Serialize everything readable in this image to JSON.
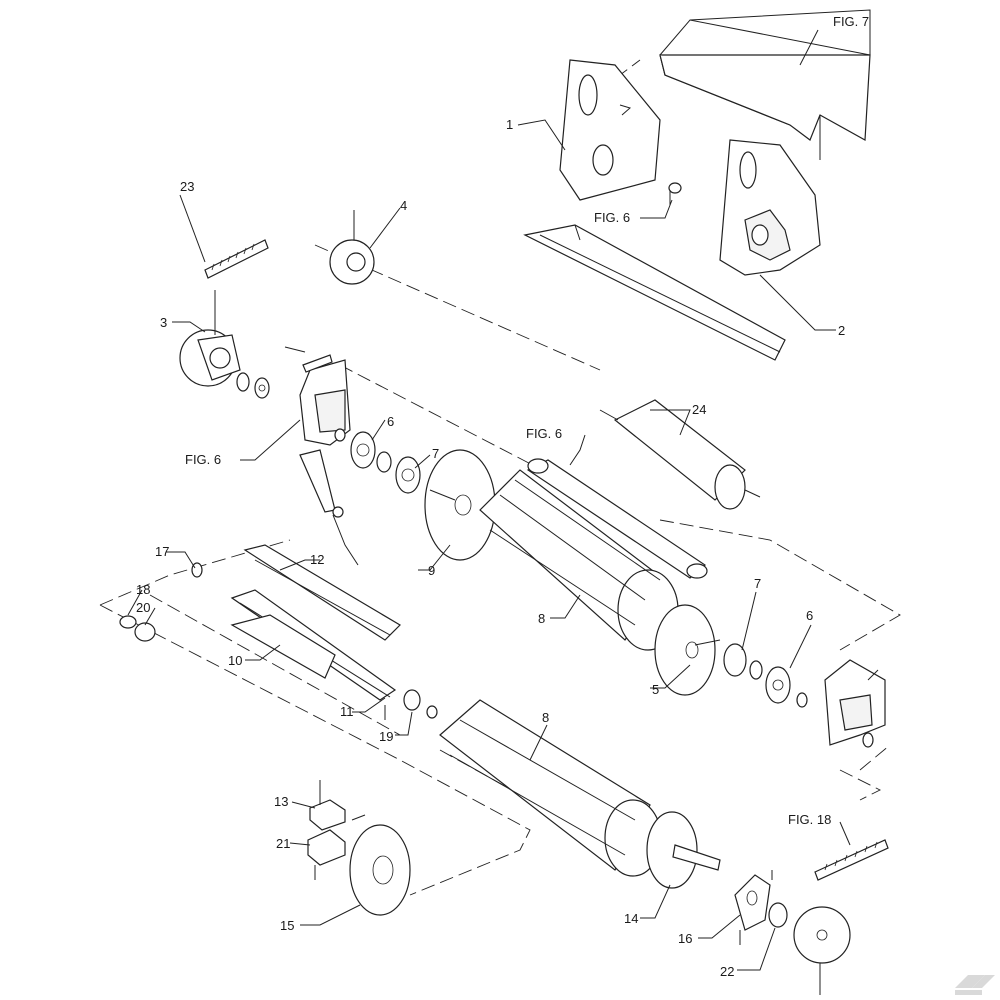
{
  "callouts": {
    "fig7": "FIG. 7",
    "p1": "1",
    "p2": "2",
    "p3": "3",
    "p4": "4",
    "p23": "23",
    "fig6_top": "FIG. 6",
    "fig6_left": "FIG. 6",
    "fig6_mid": "FIG. 6",
    "p24": "24",
    "p6a": "6",
    "p7a": "7",
    "p9": "9",
    "p17": "17",
    "p12": "12",
    "p18": "18",
    "p20": "20",
    "p10": "10",
    "p11": "11",
    "p19": "19",
    "p8a": "8",
    "p5": "5",
    "p7b": "7",
    "p6b": "6",
    "p8b": "8",
    "p13": "13",
    "p21": "21",
    "p15": "15",
    "p14": "14",
    "fig18": "FIG. 18",
    "p16": "16",
    "p22": "22"
  },
  "brand": {
    "logo_icon": "kramp-k-logo-icon"
  }
}
